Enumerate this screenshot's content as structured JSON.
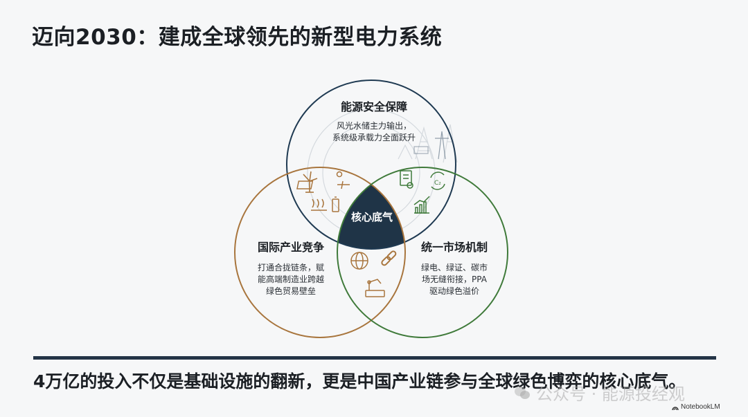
{
  "title": "迈向2030：建成全球领先的新型电力系统",
  "center_label": "核心底气",
  "circles": [
    {
      "heading": "能源安全保障",
      "lines": [
        "风光水储主力输出，",
        "系统级承载力全面跃升"
      ],
      "color": "#1f3a52",
      "icons": [
        "wind-turbine-icon",
        "solar-panel-icon",
        "battery-icon",
        "power-tower-icon"
      ]
    },
    {
      "heading": "国际产业竞争",
      "lines": [
        "打通合拢链条，赋",
        "能高端制造业跨越",
        "绿色贸易壁垒"
      ],
      "color": "#a8753d",
      "icons": [
        "globe-icon",
        "chain-link-icon",
        "robot-arm-icon"
      ]
    },
    {
      "heading": "统一市场机制",
      "lines": [
        "绿电、绿证、碳市",
        "场无缝衔接，PPA",
        "驱动绿色溢价"
      ],
      "color": "#3f7a3a",
      "icons": [
        "certificate-icon",
        "carbon-cycle-icon",
        "growth-chart-icon"
      ]
    }
  ],
  "caption": "4万亿的投入不仅是基础设施的翻新，更是中国产业链参与全球绿色博弈的核心底气。",
  "watermark": "公众号 · 能源投经观",
  "brand": "NotebookLM"
}
